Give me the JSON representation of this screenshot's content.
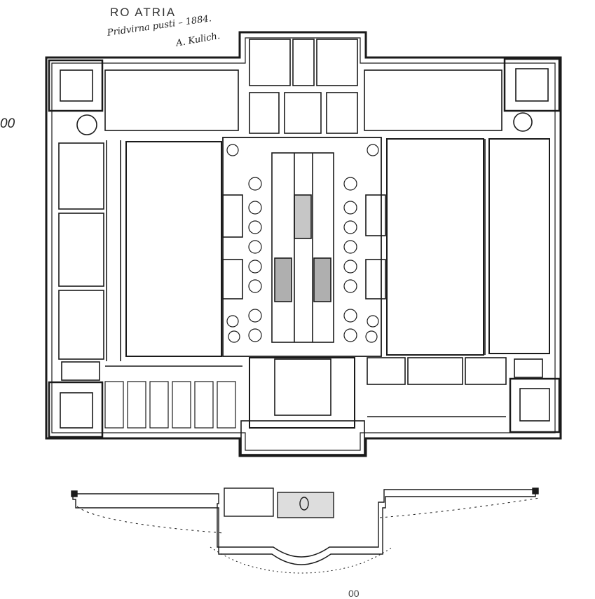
{
  "header": {
    "title": "RO ATRIA",
    "signature_line1": "Pridvirna pusti – 1884.",
    "signature_line2": "A. Kulich."
  },
  "margin_number": "00",
  "page_number": "00",
  "drawing": {
    "main_plan": "ground-floor-plan",
    "lower_plan": "site-plan",
    "ink_color": "#1a1a1a",
    "paper_color": "#ffffff"
  }
}
